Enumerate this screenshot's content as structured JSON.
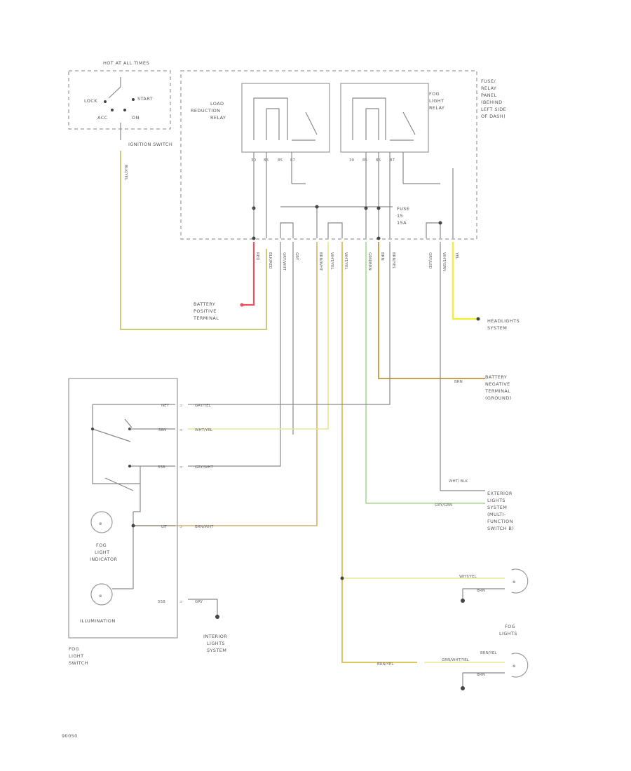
{
  "colors": {
    "red_wire": "#f0505a",
    "yellow_green_wire": "#c8cc7a",
    "bright_yellow_wire": "#f2ee3a",
    "brown_wire": "#c8a050",
    "green_wire": "#a8d890",
    "light_yellow_wire": "#e8e890",
    "gray_wire": "#8a8a8a"
  },
  "labels": {
    "hot_at_all_times": "HOT AT ALL TIMES",
    "ignition_lock": "LOCK",
    "ignition_start": "START",
    "ignition_acc": "ACC",
    "ignition_on": "ON",
    "ignition_switch": "IGNITION SWITCH",
    "load_reduction_relay": "LOAD REDUCTION RELAY",
    "fog_light_relay": "FOG LIGHT RELAY",
    "fuse_relay_panel": "FUSE/ RELAY PANEL (BEHIND LEFT SIDE OF DASH)",
    "fuse": "FUSE 15 15A",
    "battery_positive": "BATTERY POSITIVE TERMINAL",
    "headlights_system": "HEADLIGHTS SYSTEM",
    "battery_negative": "BATTERY NEGATIVE TERMINAL (GROUND)",
    "exterior_lights": "EXTERIOR LIGHTS SYSTEM (MULTI-FUNCTION SWITCH B)",
    "fog_light_indicator": "FOG LIGHT INDICATOR",
    "illumination": "ILLUMINATION",
    "fog_light_switch": "FOG LIGHT SWITCH",
    "interior_lights_system": "INTERIOR LIGHTS SYSTEM",
    "fog_lights": "FOG LIGHTS",
    "diagram_id": "90050"
  },
  "wire_labels": {
    "w1": "RED",
    "w2": "BLK/RED",
    "w3": "GRY/WHT",
    "w4": "GRY",
    "w5": "BRN/WHT",
    "w6": "WHT/YEL",
    "w7": "GRN/BRN",
    "w8": "BRN/YEL",
    "w9": "GRY/LED",
    "w10": "WHT/GRN",
    "w11": "YEL",
    "w12": "BRN",
    "w13": "GRY/YEL",
    "w14": "WHT/YEL",
    "w15": "GRY/WHT",
    "w16": "BRN/WHT",
    "w17": "GRY",
    "w18": "WHT/ BLK",
    "w19": "GRY/GRN",
    "w20": "WHT/YEL",
    "w21": "BRN",
    "w22": "BRN/YEL",
    "w23": "BRN/YEL",
    "w24": "GRN/WHT/YEL",
    "w25": "BRN",
    "w26": "BRN"
  },
  "pin_labels": {
    "p1": "NET",
    "p2": "58N",
    "p3": "55B",
    "p4": "LIT",
    "p5": "55B",
    "p6": "30",
    "p7": "86",
    "p8": "85",
    "p9": "87",
    "p10": "30",
    "p11": "85",
    "p12": "86",
    "p13": "87"
  }
}
